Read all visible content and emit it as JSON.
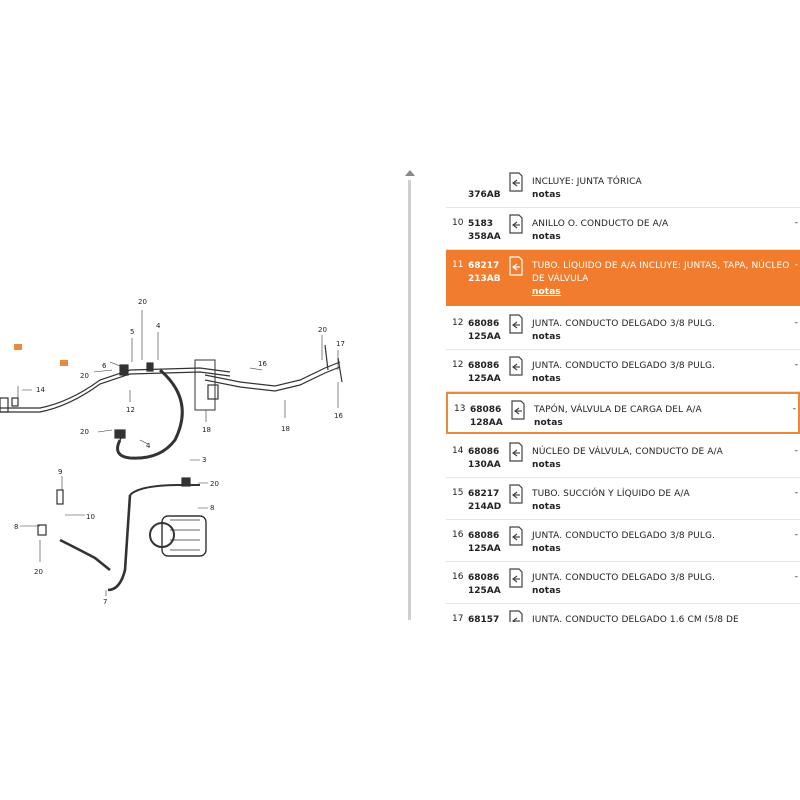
{
  "diagram": {
    "callouts": [
      "20",
      "5",
      "4",
      "20",
      "17",
      "6",
      "16",
      "14",
      "20",
      "12",
      "18",
      "20",
      "4",
      "3",
      "9",
      "20",
      "8",
      "10",
      "8",
      "20",
      "7"
    ]
  },
  "parts": {
    "notes_label": "notas",
    "rows": [
      {
        "num": "",
        "pn1": "",
        "pn2": "376AB",
        "desc": "INCLUYE: JUNTA TÓRICA",
        "dash": ""
      },
      {
        "num": "10",
        "pn1": "5183",
        "pn2": "358AA",
        "desc": "ANILLO O. CONDUCTO DE A/A",
        "dash": "-"
      },
      {
        "num": "11",
        "pn1": "68217",
        "pn2": "213AB",
        "desc": "TUBO. LÍQUIDO DE A/A INCLUYE: JUNTAS, TAPA, NÚCLEO DE VÁLVULA",
        "dash": "-"
      },
      {
        "num": "12",
        "pn1": "68086",
        "pn2": "125AA",
        "desc": "JUNTA. CONDUCTO DELGADO 3/8 PULG.",
        "dash": "-"
      },
      {
        "num": "12",
        "pn1": "68086",
        "pn2": "125AA",
        "desc": "JUNTA. CONDUCTO DELGADO 3/8 PULG.",
        "dash": "-"
      },
      {
        "num": "13",
        "pn1": "68086",
        "pn2": "128AA",
        "desc": "TAPÓN, VÁLVULA DE CARGA DEL A/A",
        "dash": "-"
      },
      {
        "num": "14",
        "pn1": "68086",
        "pn2": "130AA",
        "desc": "NÚCLEO DE VÁLVULA, CONDUCTO DE A/A",
        "dash": "-"
      },
      {
        "num": "15",
        "pn1": "68217",
        "pn2": "214AD",
        "desc": "TUBO. SUCCIÓN Y LÍQUIDO DE A/A",
        "dash": "-"
      },
      {
        "num": "16",
        "pn1": "68086",
        "pn2": "125AA",
        "desc": "JUNTA. CONDUCTO DELGADO 3/8 PULG.",
        "dash": "-"
      },
      {
        "num": "16",
        "pn1": "68086",
        "pn2": "125AA",
        "desc": "JUNTA. CONDUCTO DELGADO 3/8 PULG.",
        "dash": "-"
      },
      {
        "num": "17",
        "pn1": "68157",
        "pn2": "",
        "desc": "JUNTA. CONDUCTO DELGADO 1.6 CM (5/8 DE",
        "dash": ""
      }
    ]
  }
}
